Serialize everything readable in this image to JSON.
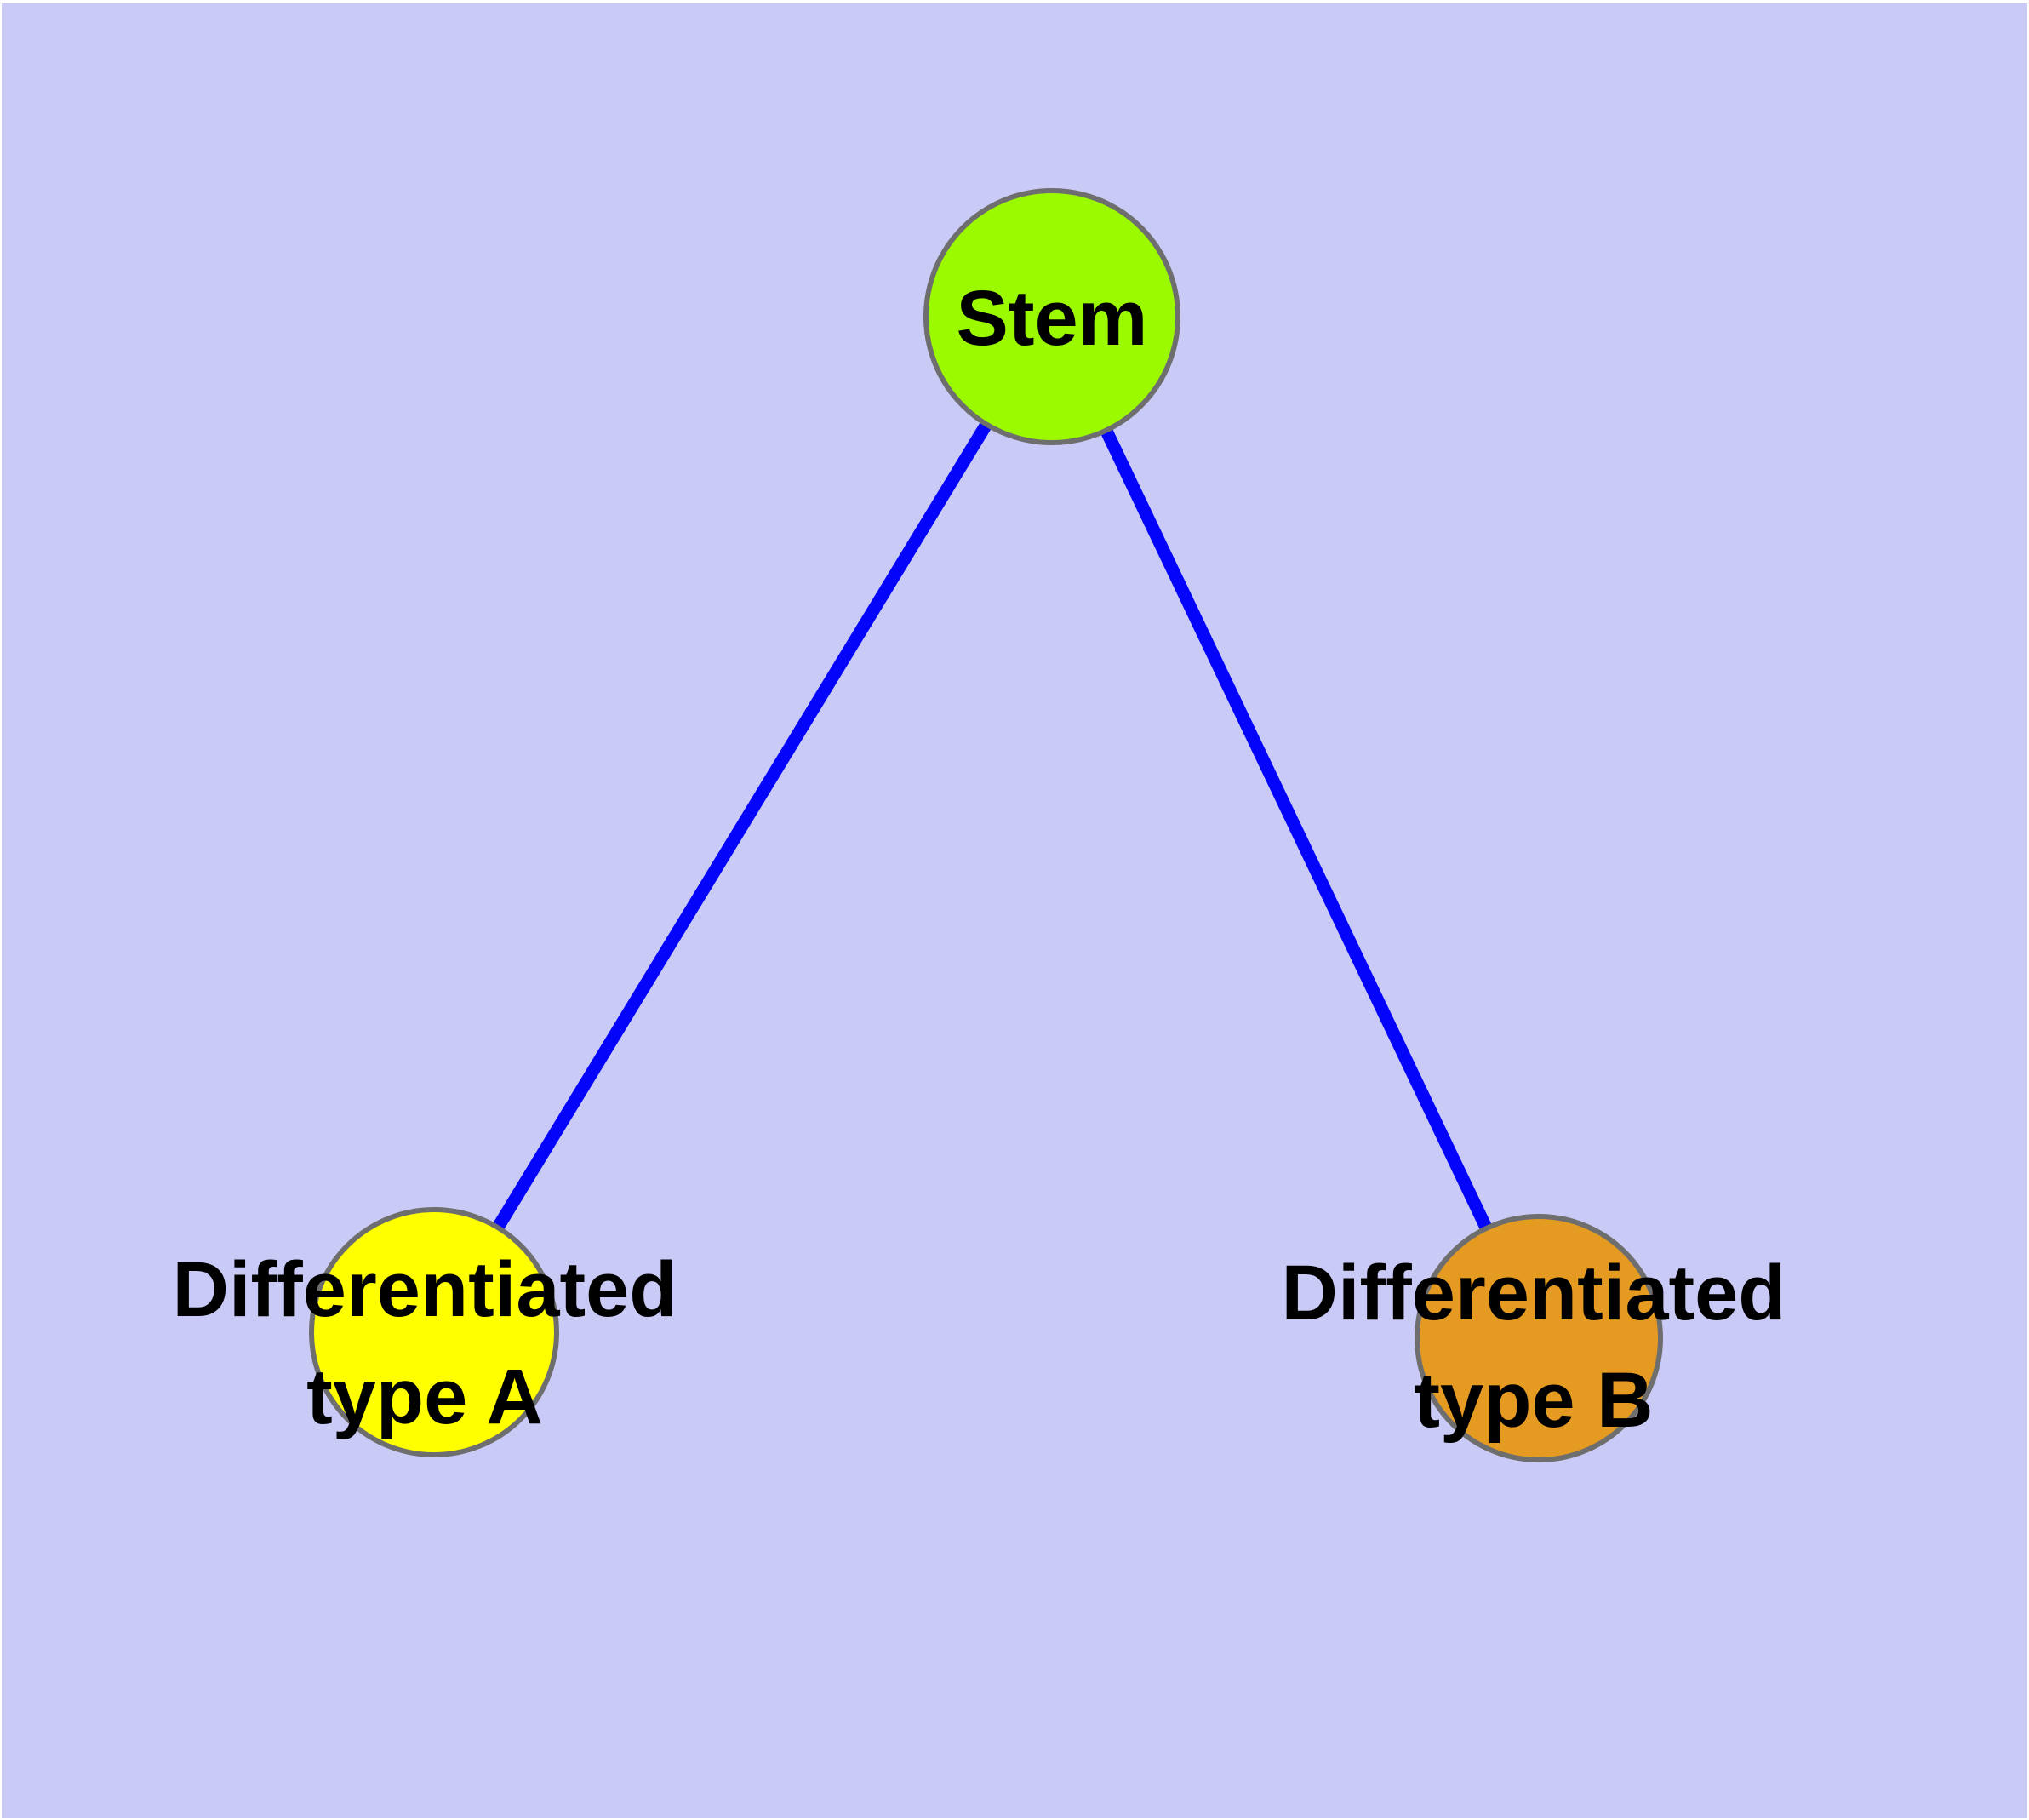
{
  "diagram": {
    "type": "graph",
    "background_color": "#c9caf5",
    "edge_color": "#0404fb",
    "node_border_color": "#6e6e6e",
    "label_color": "#000000",
    "nodes": [
      {
        "id": "stem",
        "label": "Stem",
        "fill_color": "#9bfa00"
      },
      {
        "id": "differentiated-type-a",
        "label": "Differentiated type A",
        "label_lines": [
          "Differentiated",
          "type A"
        ],
        "fill_color": "#ffff00"
      },
      {
        "id": "differentiated-type-b",
        "label": "Differentiated type B",
        "label_lines": [
          "Differentiated",
          "type B"
        ],
        "fill_color": "#e59b21"
      }
    ],
    "edges": [
      {
        "source": "Stem",
        "target": "Differentiated type A"
      },
      {
        "source": "Stem",
        "target": "Differentiated type B"
      }
    ]
  }
}
